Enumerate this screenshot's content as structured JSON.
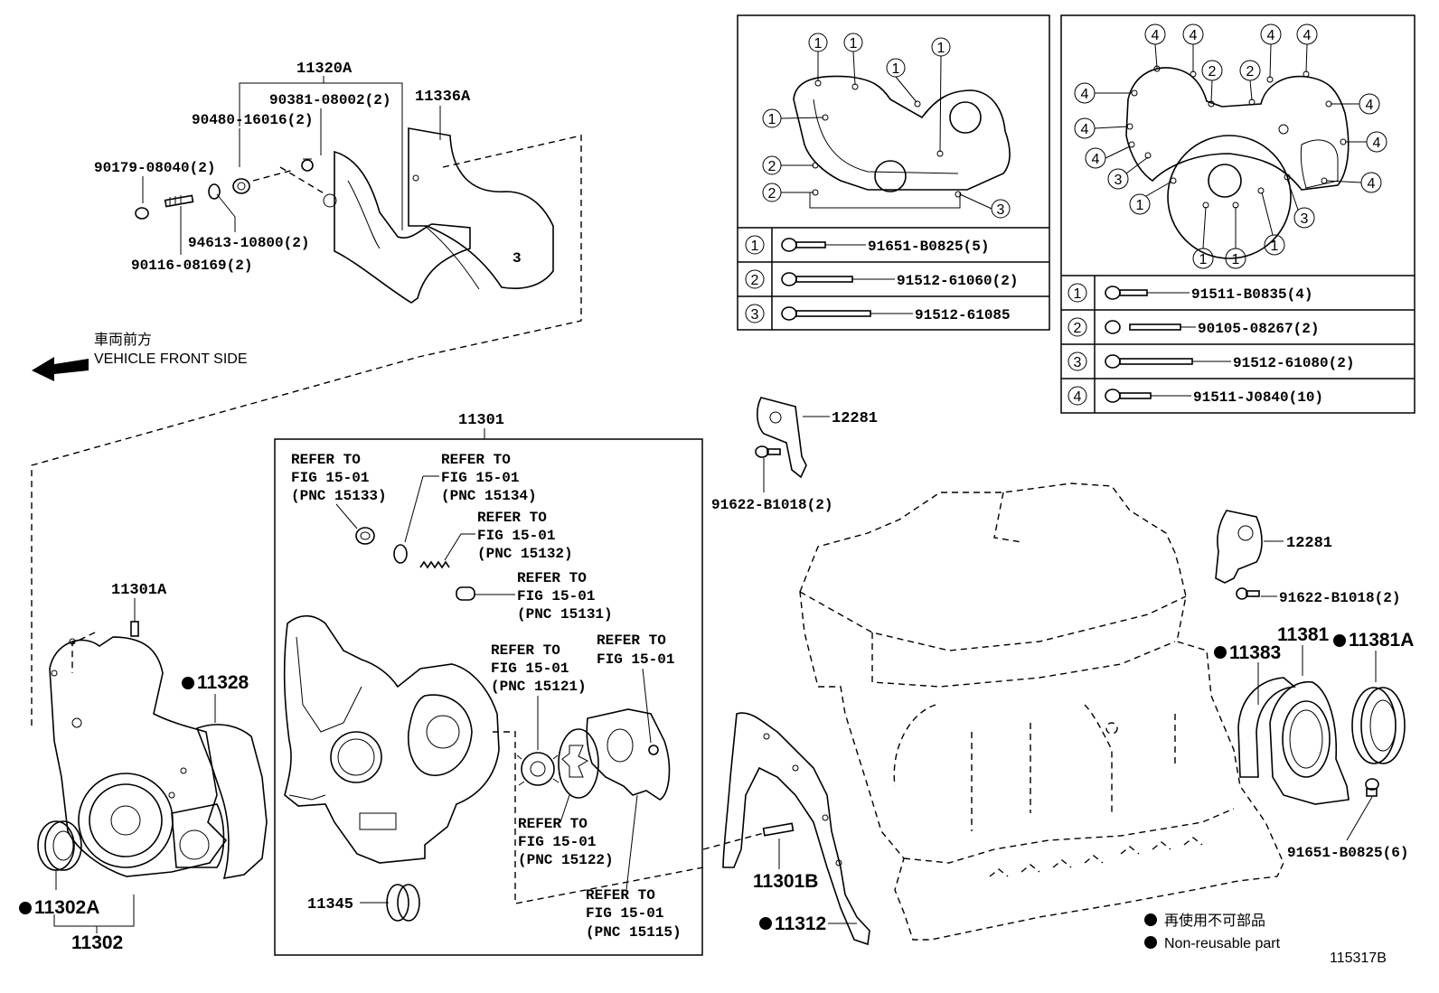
{
  "top_left": {
    "main_11320A": "11320A",
    "p_90381": "90381-08002(2)",
    "p_90480": "90480-16016(2)",
    "p_90179": "90179-08040(2)",
    "p_94613": "94613-10800(2)",
    "p_90116": "90116-08169(2)",
    "main_11336A": "11336A",
    "front_jp": "車両前方",
    "front_en": "VEHICLE FRONT SIDE"
  },
  "top_mid_box": {
    "rows": [
      {
        "num": "1",
        "part": "91651-B0825(5)"
      },
      {
        "num": "2",
        "part": "91512-61060(2)"
      },
      {
        "num": "3",
        "part": "91512-61085"
      }
    ]
  },
  "top_right_box": {
    "rows": [
      {
        "num": "1",
        "part": "91511-B0835(4)"
      },
      {
        "num": "2",
        "part": "90105-08267(2)"
      },
      {
        "num": "3",
        "part": "91512-61080(2)"
      },
      {
        "num": "4",
        "part": "91511-J0840(10)"
      }
    ]
  },
  "bracket": {
    "p_12281_a": "12281",
    "p_91622_a": "91622-B1018(2)",
    "p_12281_b": "12281",
    "p_91622_b": "91622-B1018(2)"
  },
  "center": {
    "main_11301": "11301",
    "ref_15133": [
      "REFER TO",
      "FIG 15-01",
      "(PNC 15133)"
    ],
    "ref_15134": [
      "REFER TO",
      "FIG 15-01",
      "(PNC 15134)"
    ],
    "ref_15132": [
      "REFER TO",
      "FIG 15-01",
      "(PNC 15132)"
    ],
    "ref_15131": [
      "REFER TO",
      "FIG 15-01",
      "(PNC 15131)"
    ],
    "ref_15121": [
      "REFER TO",
      "FIG 15-01",
      "(PNC 15121)"
    ],
    "ref_fig": [
      "REFER TO",
      "FIG 15-01"
    ],
    "ref_15122": [
      "REFER TO",
      "FIG 15-01",
      "(PNC 15122)"
    ],
    "ref_15115": [
      "REFER TO",
      "FIG 15-01",
      "(PNC 15115)"
    ],
    "p_11345": "11345"
  },
  "bottom_left": {
    "p_11301A": "11301A",
    "p_11328": "11328",
    "p_11302A": "11302A",
    "p_11302": "11302"
  },
  "right": {
    "p_11301B": "11301B",
    "p_11312": "11312",
    "p_11383": "11383",
    "p_11381": "11381",
    "p_11381A": "11381A",
    "p_91651": "91651-B0825(6)"
  },
  "legend": {
    "jp": "再使用不可部品",
    "en": "Non-reusable part",
    "figure_id": "115317B"
  }
}
